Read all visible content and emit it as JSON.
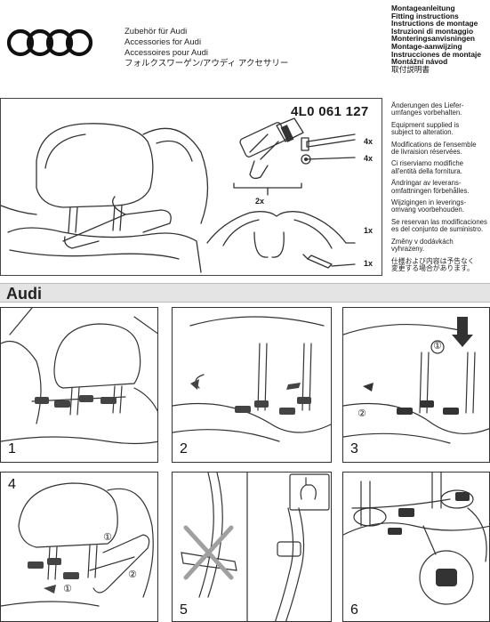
{
  "header": {
    "brand_lines": [
      "Zubehör für Audi",
      "Accessories for Audi",
      "Accessoires pour Audi",
      "フォルクスワーゲン/アウディ アクセサリー"
    ],
    "instruction_lines": [
      "Montageanleitung",
      "Fitting instructions",
      "Instructions de montage",
      "Istruzioni di montaggio",
      "Monteringsanvisningen",
      "Montage-aanwijzing",
      "Instrucciones de montaje",
      "Montážní návod"
    ],
    "instruction_jp": "取付説明書"
  },
  "part_number": "4L0 061 127",
  "notes": [
    [
      "Änderungen des Liefer-",
      "umfanges vorbehalten."
    ],
    [
      "Equipment supplied is",
      "subject to alteration."
    ],
    [
      "Modifications de l'ensemble",
      "de livraision réservées."
    ],
    [
      "Ci riserviamo modifiche",
      "all'entità della fornitura."
    ],
    [
      "Ändringar av leverans-",
      "omfattningen förbehålles."
    ],
    [
      "Wijzigingen in leverings-",
      "omvang voorbehouden."
    ],
    [
      "Se reservan las modificaciones",
      "es del conjunto de suministro."
    ],
    [
      "Změny v dodávkách",
      "vyhrazeny."
    ],
    [
      "仕様および内容は予告なく",
      "変更する場合があります。"
    ]
  ],
  "quantities": {
    "bolt": "4x",
    "nut": "4x",
    "pair": "2x",
    "hanger": "1x",
    "key": "1x"
  },
  "section_title": "Audi",
  "steps": [
    "1",
    "2",
    "3",
    "4",
    "5",
    "6"
  ],
  "callouts": {
    "one": "①",
    "two": "②"
  },
  "colors": {
    "bar": "#e4e4e4",
    "line": "#333333"
  }
}
